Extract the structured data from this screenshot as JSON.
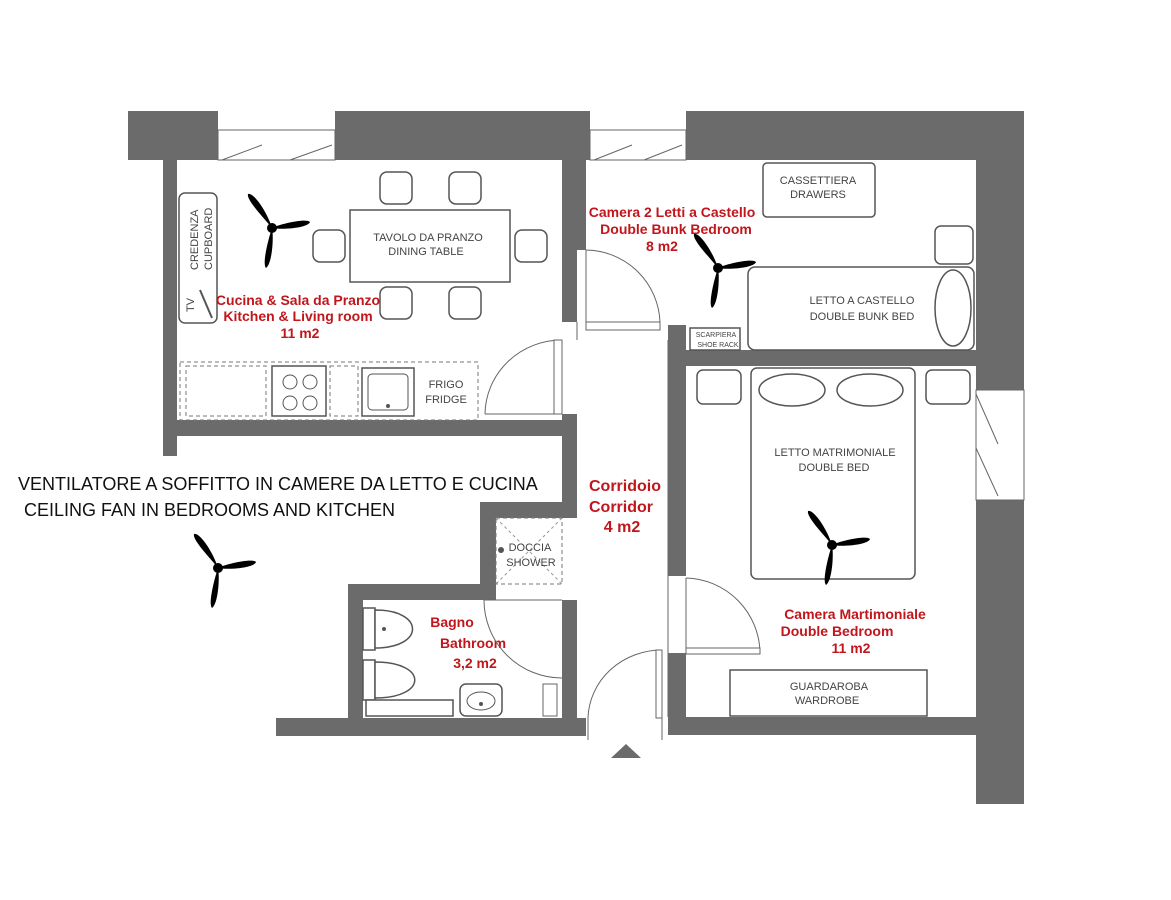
{
  "notes": {
    "line_it": "VENTILATORE A SOFFITTO IN CAMERE DA LETTO E CUCINA",
    "line_en": "CEILING FAN IN BEDROOMS AND KITCHEN"
  },
  "rooms": {
    "kitchen": {
      "name_it": "Cucina & Sala da Pranzo",
      "name_en": "Kitchen & Living room",
      "area": "11 m2"
    },
    "bunk": {
      "name_it": "Camera 2 Letti a Castello",
      "name_en": "Double Bunk Bedroom",
      "area": "8 m2"
    },
    "corridor": {
      "name_it": "Corridoio",
      "name_en": "Corridor",
      "area": "4 m2"
    },
    "bathroom": {
      "name_it": "Bagno",
      "name_en": "Bathroom",
      "area": "3,2 m2"
    },
    "master": {
      "name_it": "Camera Martimoniale",
      "name_en": "Double Bedroom",
      "area": "11 m2"
    }
  },
  "furniture": {
    "dining_table": {
      "it": "TAVOLO DA PRANZO",
      "en": "DINING TABLE"
    },
    "cupboard": {
      "it": "CREDENZA",
      "en": "CUPBOARD"
    },
    "tv": "TV",
    "fridge": {
      "it": "FRIGO",
      "en": "FRIDGE"
    },
    "drawers": {
      "it": "CASSETTIERA",
      "en": "DRAWERS"
    },
    "bunk_bed": {
      "it": "LETTO A CASTELLO",
      "en": "DOUBLE BUNK BED"
    },
    "shoe_rack": {
      "it": "SCARPIERA",
      "en": "SHOE RACK"
    },
    "double_bed": {
      "it": "LETTO MATRIMONIALE",
      "en": "DOUBLE BED"
    },
    "wardrobe": {
      "it": "GUARDAROBA",
      "en": "WARDROBE"
    },
    "shower": {
      "it": "DOCCIA",
      "en": "SHOWER"
    }
  },
  "icons": [
    "ceiling-fan-icon",
    "entrance-arrow-icon",
    "stove-icon",
    "sink-icon",
    "toilet-icon",
    "bidet-icon",
    "washbasin-icon"
  ],
  "colors": {
    "wall": "#6b6b6b",
    "room_label": "#c0161c",
    "furniture_label": "#444444"
  }
}
